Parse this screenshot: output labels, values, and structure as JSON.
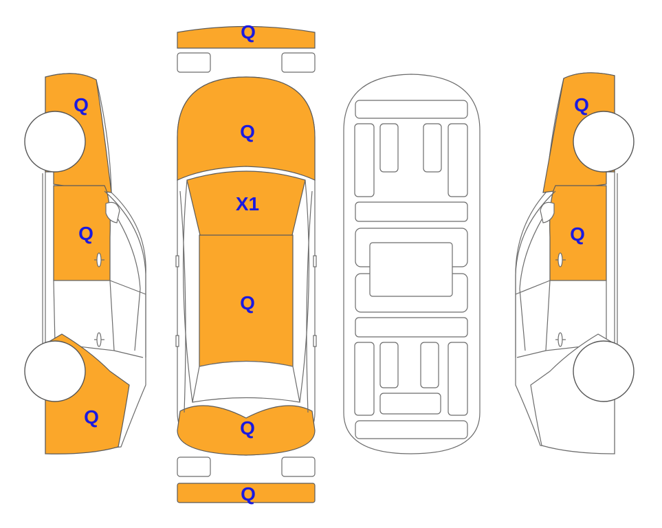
{
  "colors": {
    "damaged_fill": "#fba72a",
    "label": "#1a1adf",
    "outline": "#6b6b6b"
  },
  "labels": {
    "front_bumper": "Q",
    "hood": "Q",
    "windshield": "X1",
    "roof": "Q",
    "trunk": "Q",
    "rear_bumper": "Q",
    "left_front_fender": "Q",
    "left_front_door": "Q",
    "left_rear_quarter": "Q",
    "right_front_fender": "Q",
    "right_front_door": "Q"
  }
}
